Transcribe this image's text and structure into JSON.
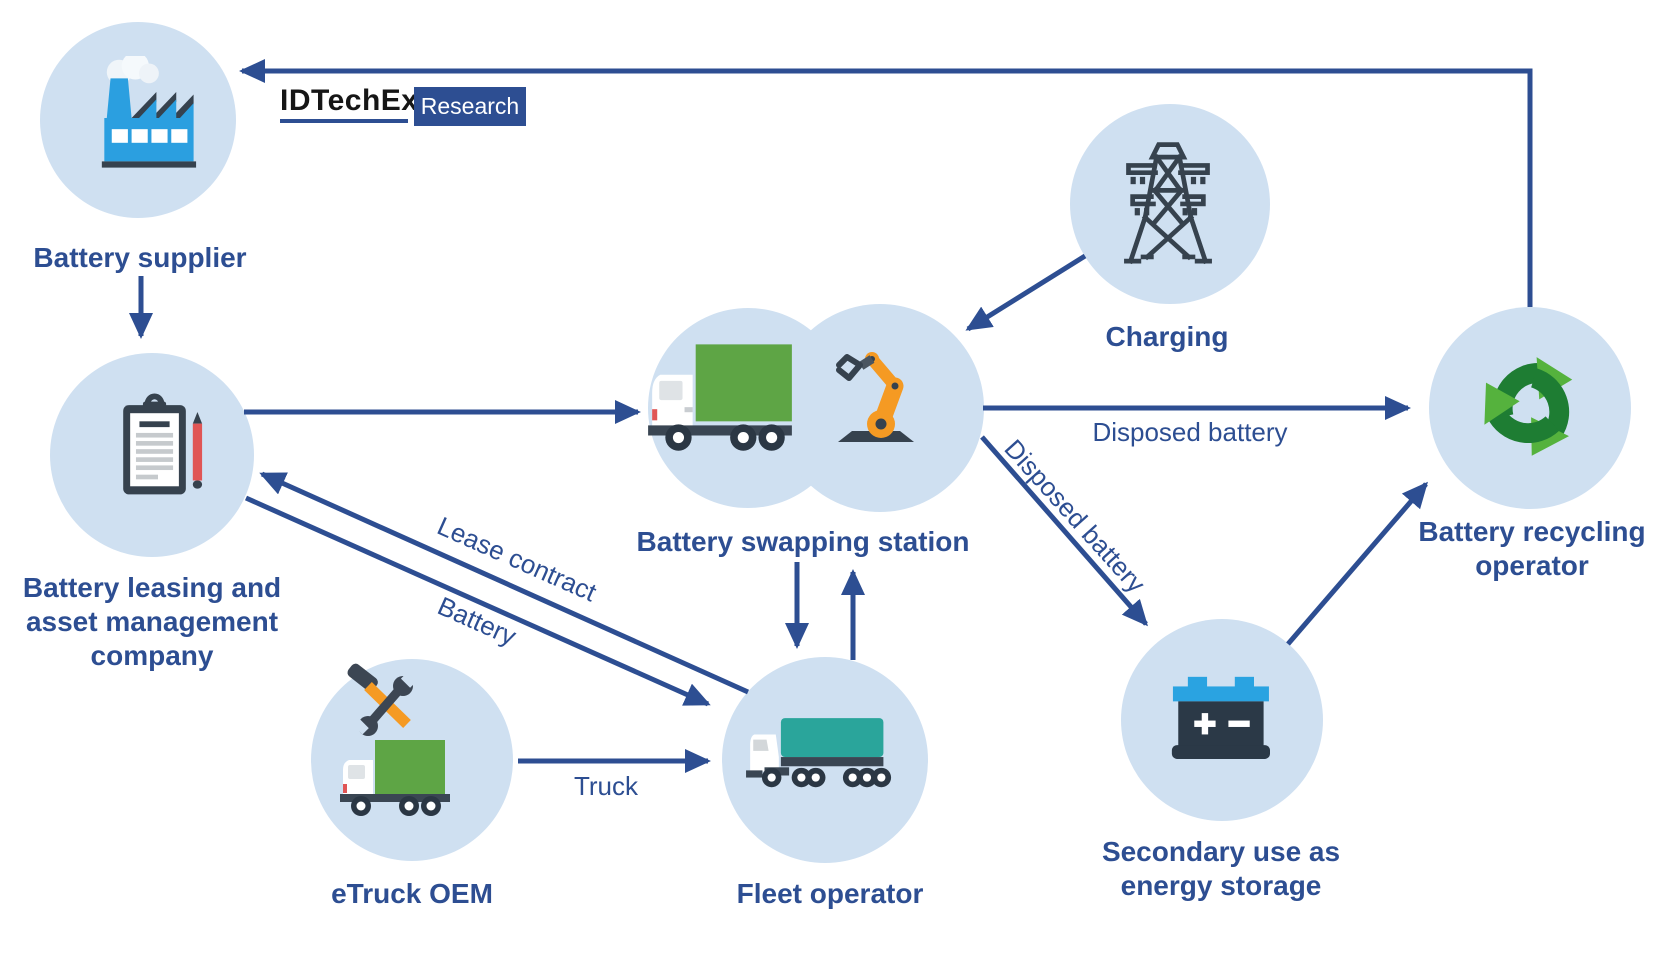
{
  "logo": {
    "brand": "IDTechEx",
    "badge": "Research"
  },
  "nodes": {
    "battery_supplier": {
      "label": "Battery supplier",
      "icon": "factory-icon"
    },
    "battery_leasing": {
      "label": "Battery leasing and asset management company",
      "icon": "clipboard-pencil-icon"
    },
    "battery_swapping": {
      "label": "Battery swapping station",
      "icon": "truck-and-robot-arm-icon"
    },
    "charging": {
      "label": "Charging",
      "icon": "transmission-tower-icon"
    },
    "battery_recycling": {
      "label": "Battery recycling operator",
      "icon": "recycling-arrows-icon"
    },
    "secondary_use": {
      "label": "Secondary use as energy storage",
      "icon": "storage-battery-icon"
    },
    "etruck_oem": {
      "label": "eTruck OEM",
      "icon": "hammer-wrench-truck-icon"
    },
    "fleet_operator": {
      "label": "Fleet operator",
      "icon": "semi-truck-icon"
    }
  },
  "edge_labels": {
    "lease_contract": "Lease contract",
    "battery": "Battery",
    "truck": "Truck",
    "disposed_battery_to_recycling": "Disposed battery",
    "disposed_battery_to_secondary": "Disposed battery"
  },
  "colors": {
    "accent_navy": "#2d4e92",
    "circle_fill": "#cfe0f1",
    "icon_dark": "#36424e",
    "factory_blue": "#2b9fe0",
    "truck_green": "#5ea545",
    "trailer_teal": "#2aa59b",
    "robot_orange": "#f59a23",
    "recycle_dark_green": "#1e7d33",
    "recycle_light_green": "#55b23d",
    "battery_top_blue": "#2aa3e1",
    "pencil_red": "#e05555",
    "logo_text": "#161616"
  }
}
